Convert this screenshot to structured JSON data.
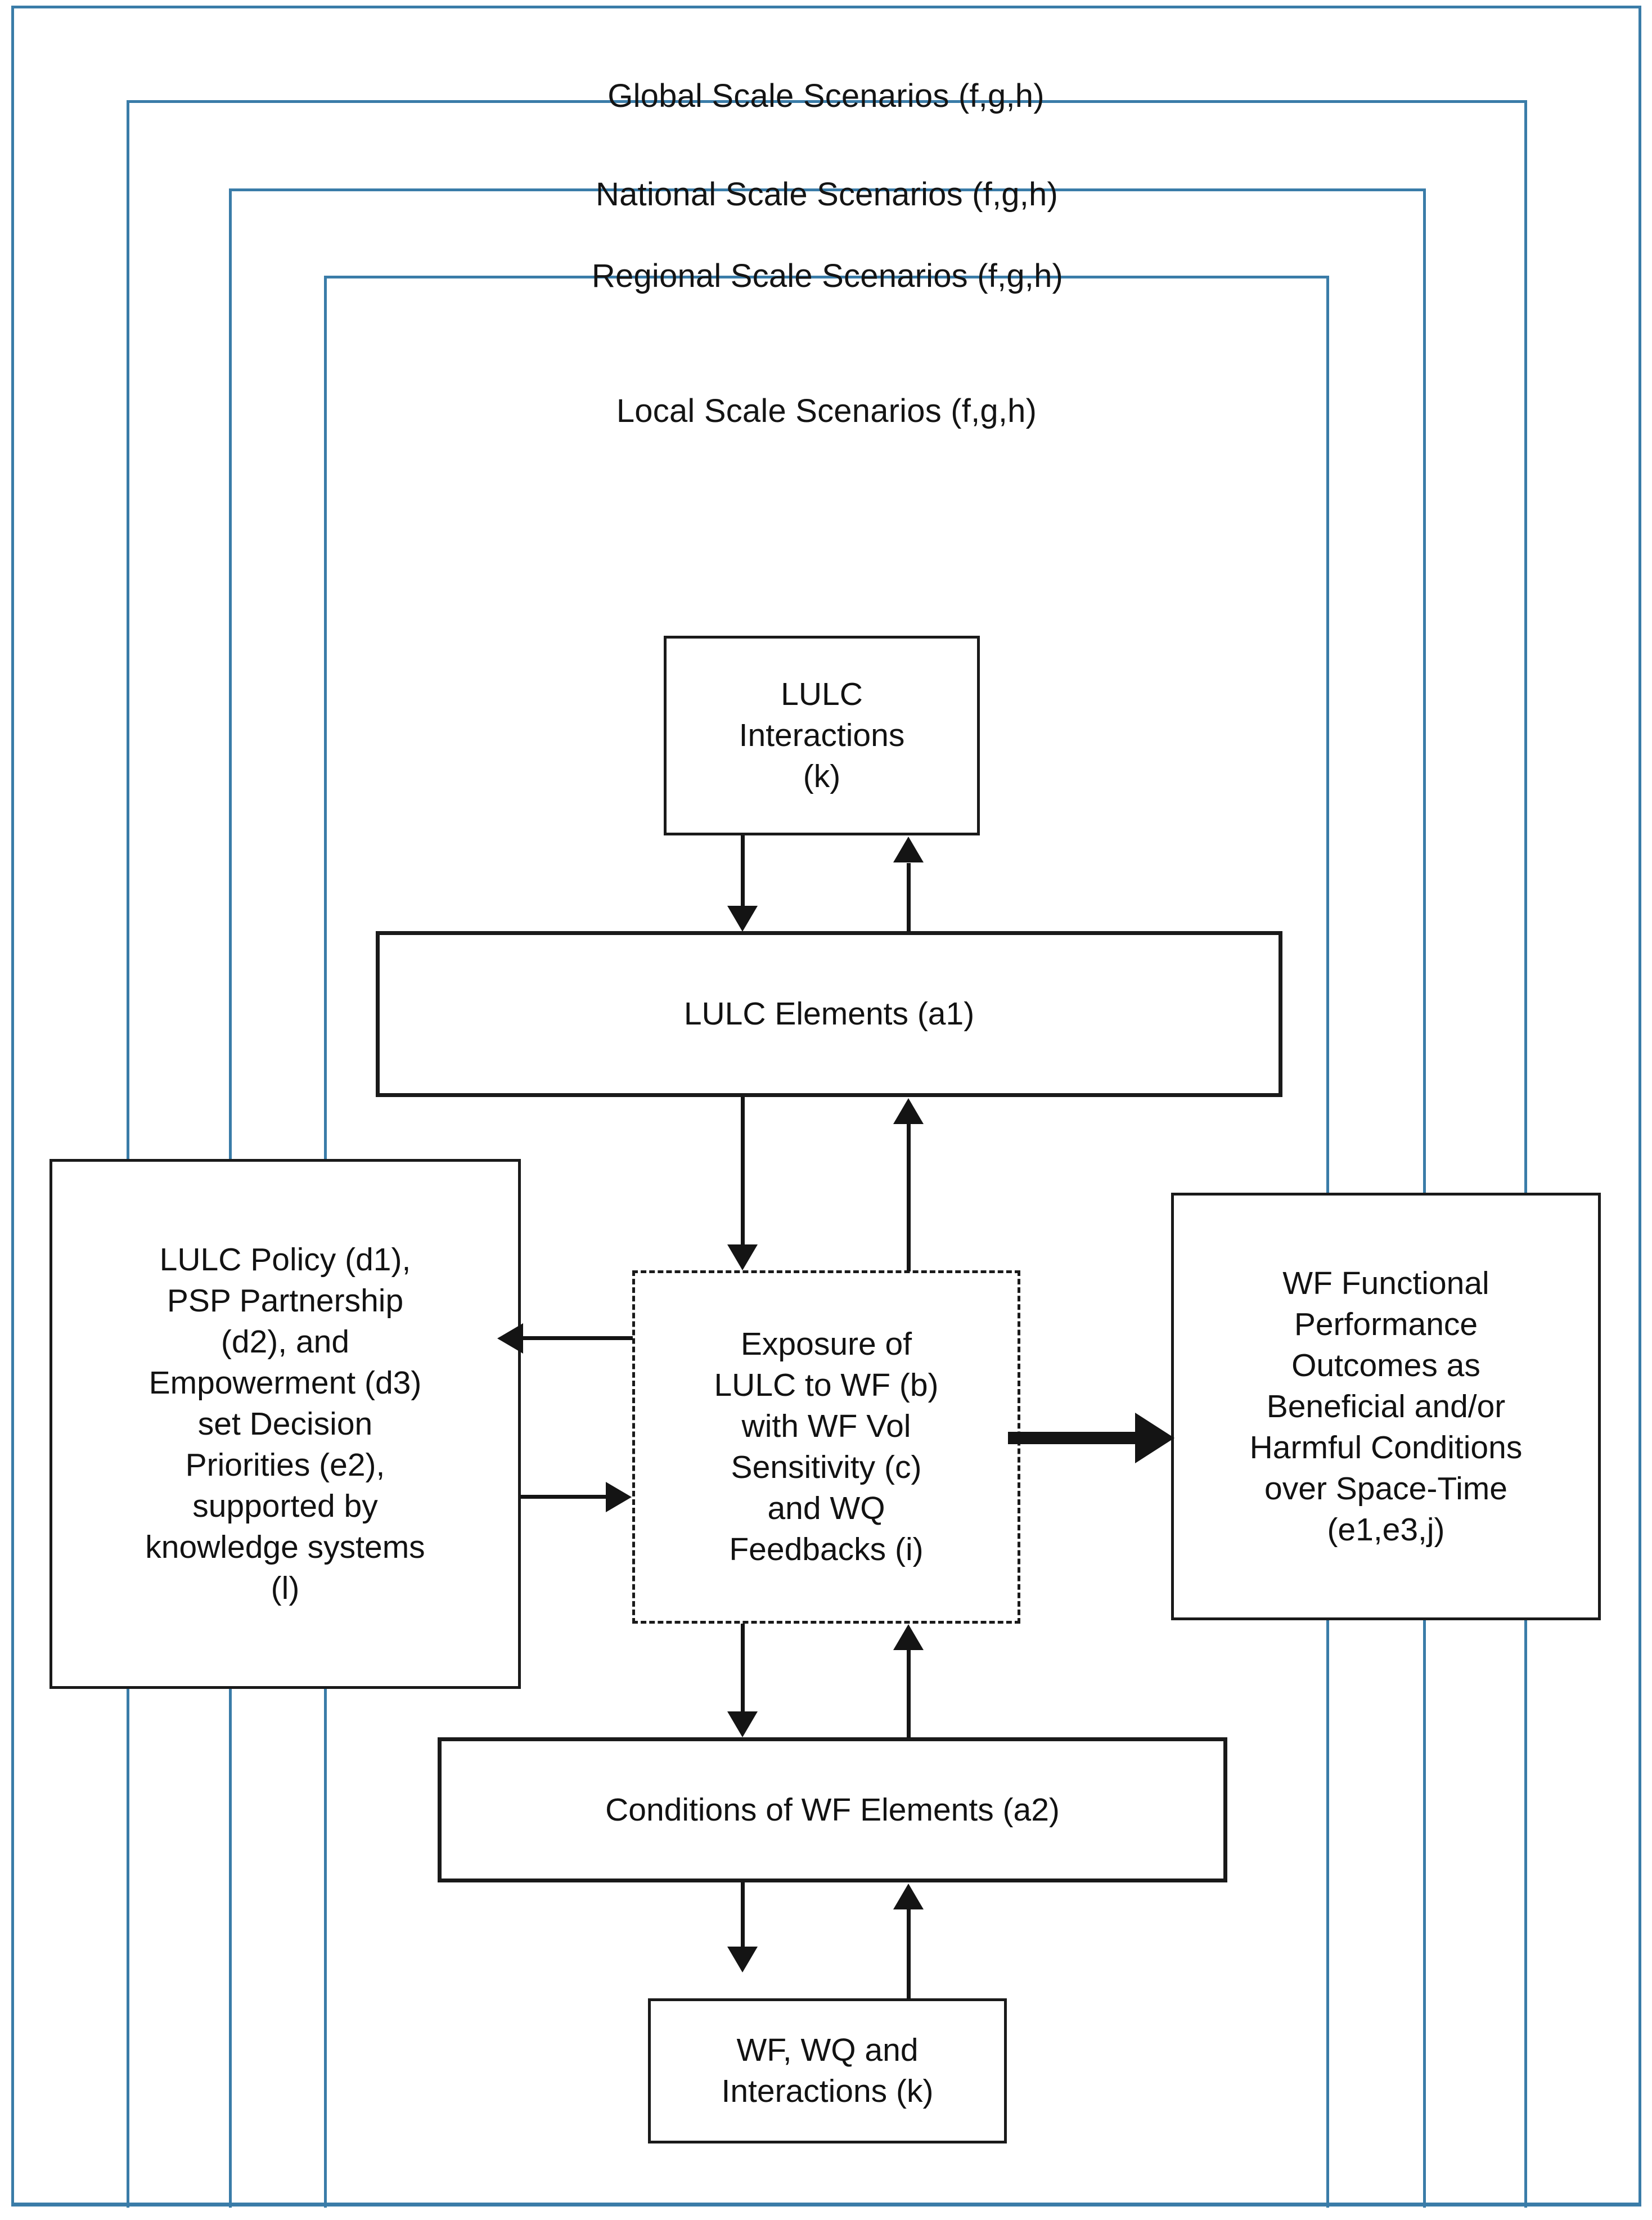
{
  "figure": {
    "type": "conceptual-framework-diagram",
    "title_text_present": false,
    "palette": {
      "frame_blue": "#3a7ca8",
      "box_black": "#1a1a1a",
      "text_black": "#121212",
      "background": "#ffffff"
    }
  },
  "scale_frames": [
    {
      "id": "global",
      "label": "Global Scale Scenarios (f,g,h)"
    },
    {
      "id": "national",
      "label": "National Scale Scenarios (f,g,h)"
    },
    {
      "id": "regional",
      "label": "Regional Scale Scenarios (f,g,h)"
    },
    {
      "id": "local",
      "label": "Local Scale Scenarios (f,g,h)"
    }
  ],
  "boxes": {
    "lulc_interactions": {
      "label": "LULC\nInteractions\n(k)",
      "line1": "LULC",
      "line2": "Interactions",
      "line3": "(k)"
    },
    "lulc_elements": {
      "label": "LULC Elements (a1)"
    },
    "policy": {
      "label": "LULC Policy (d1), PSP Partnership (d2), and Empowerment (d3) set Decision Priorities (e2), supported by knowledge systems (l)",
      "line1": "LULC Policy (d1),",
      "line2": "PSP Partnership",
      "line3": "(d2), and",
      "line4": "Empowerment (d3)",
      "line5": "set Decision",
      "line6": "Priorities (e2),",
      "line7": "supported by",
      "line8": "knowledge systems",
      "line9": "(l)"
    },
    "exposure": {
      "label": "Exposure of LULC to WF (b) with WF Vol Sensitivity (c) and WQ Feedbacks (i)",
      "line1": "Exposure of",
      "line2": "LULC to WF (b)",
      "line3": "with WF Vol",
      "line4": "Sensitivity (c)",
      "line5": "and WQ",
      "line6": "Feedbacks (i)",
      "border_style": "dashed"
    },
    "outcomes": {
      "label": "WF Functional Performance Outcomes as Beneficial and/or Harmful Conditions over Space-Time (e1,e3,j)",
      "line1": "WF Functional",
      "line2": "Performance",
      "line3": "Outcomes as",
      "line4": "Beneficial and/or",
      "line5": "Harmful Conditions",
      "line6": "over Space-Time",
      "line7": "(e1,e3,j)"
    },
    "wf_conditions": {
      "label": "Conditions of WF Elements (a2)"
    },
    "wf_interactions": {
      "label": "WF, WQ and Interactions (k)",
      "line1": "WF, WQ and",
      "line2": "Interactions (k)"
    }
  },
  "connectors": [
    {
      "id": "interactions-to-elements",
      "from": "lulc_interactions",
      "to": "lulc_elements",
      "direction": "down",
      "style": "thin"
    },
    {
      "id": "elements-to-interactions",
      "from": "lulc_elements",
      "to": "lulc_interactions",
      "direction": "up",
      "style": "thin"
    },
    {
      "id": "elements-to-exposure",
      "from": "lulc_elements",
      "to": "exposure",
      "direction": "down",
      "style": "thin"
    },
    {
      "id": "exposure-to-elements",
      "from": "exposure",
      "to": "lulc_elements",
      "direction": "up",
      "style": "thin"
    },
    {
      "id": "exposure-to-policy",
      "from": "exposure",
      "to": "policy",
      "direction": "left",
      "style": "thin"
    },
    {
      "id": "policy-to-exposure",
      "from": "policy",
      "to": "exposure",
      "direction": "right",
      "style": "thin"
    },
    {
      "id": "exposure-to-outcomes",
      "from": "exposure",
      "to": "outcomes",
      "direction": "right",
      "style": "thick"
    },
    {
      "id": "exposure-to-conditions",
      "from": "exposure",
      "to": "wf_conditions",
      "direction": "down",
      "style": "thin"
    },
    {
      "id": "conditions-to-exposure",
      "from": "wf_conditions",
      "to": "exposure",
      "direction": "up",
      "style": "thin"
    },
    {
      "id": "conditions-to-wfinter",
      "from": "wf_conditions",
      "to": "wf_interactions",
      "direction": "down",
      "style": "thin"
    },
    {
      "id": "wfinter-to-conditions",
      "from": "wf_interactions",
      "to": "wf_conditions",
      "direction": "up",
      "style": "thin"
    }
  ]
}
